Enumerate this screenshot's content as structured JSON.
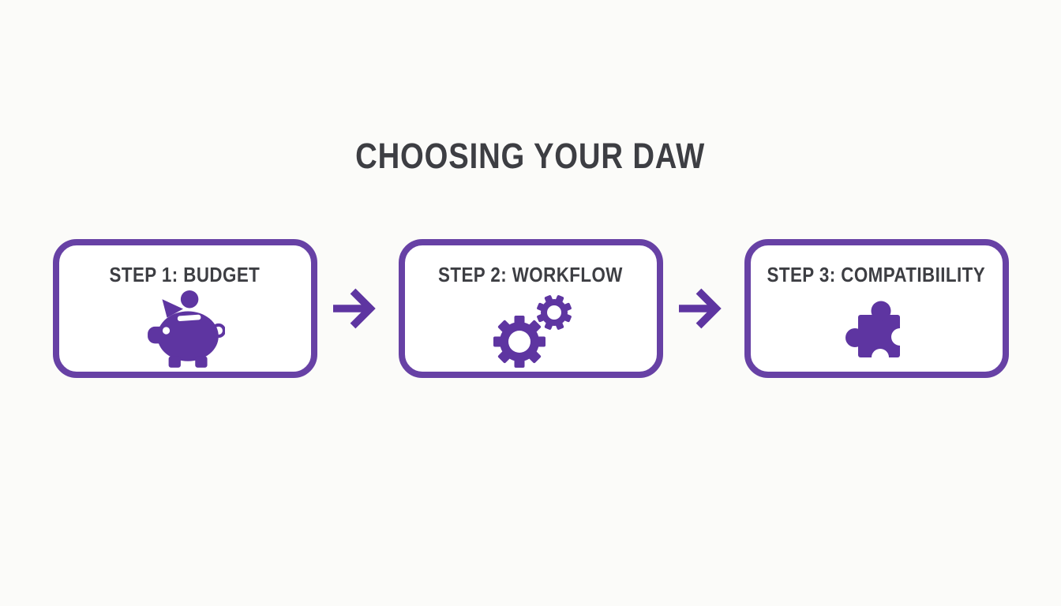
{
  "title": "CHOOSING YOUR DAW",
  "colors": {
    "purple": "#5e35a1",
    "border": "#6741a5",
    "text_dark": "#3d3e43",
    "background": "#fbfbf9",
    "card_background": "#ffffff"
  },
  "flow": {
    "steps": [
      {
        "label": "STEP 1: BUDGET",
        "icon": "piggy-bank-icon"
      },
      {
        "label": "STEP 2: WORKFLOW",
        "icon": "gears-icon"
      },
      {
        "label": "STEP 3: COMPATIBIILITY",
        "icon": "puzzle-piece-icon"
      }
    ],
    "connectors": [
      {
        "icon": "right-arrow-icon"
      },
      {
        "icon": "right-arrow-icon"
      }
    ]
  }
}
